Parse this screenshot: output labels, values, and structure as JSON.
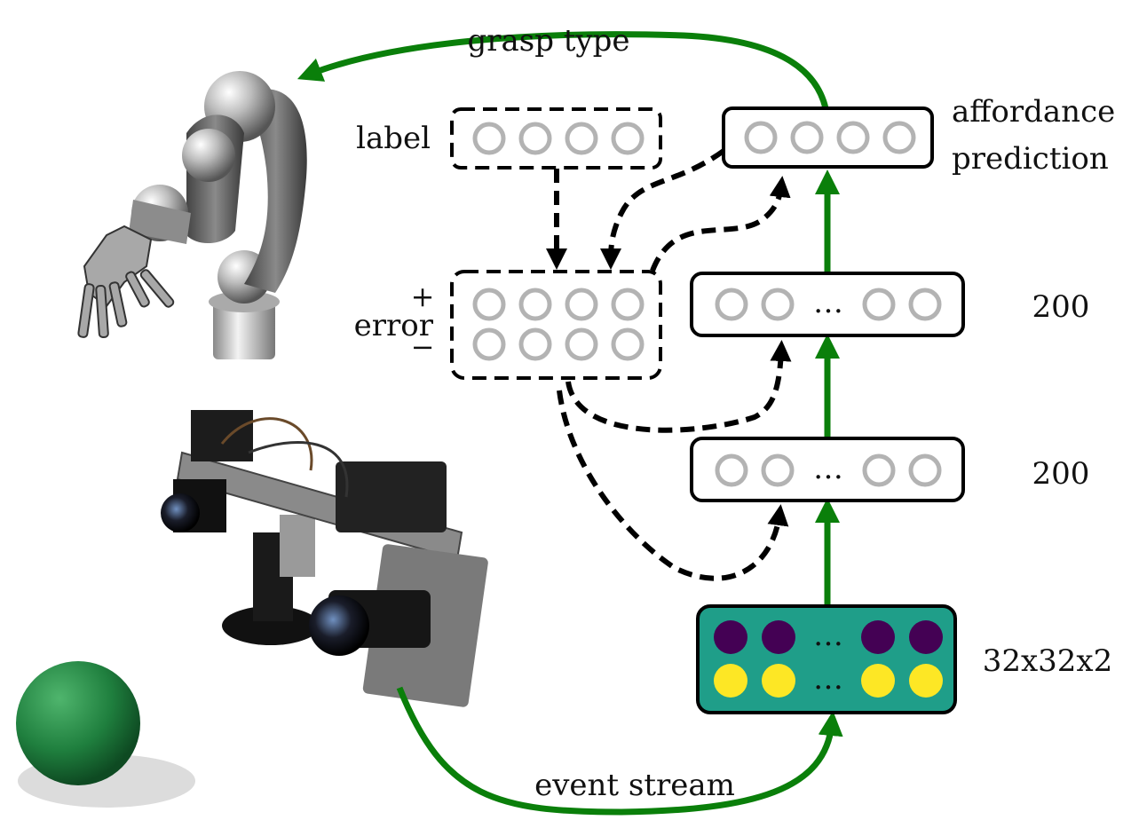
{
  "labels": {
    "grasp_type": "grasp type",
    "label": "label",
    "error": "error",
    "plus": "+",
    "minus": "−",
    "affordance": "affordance",
    "prediction": "prediction",
    "hidden2_size": "200",
    "hidden1_size": "200",
    "input_size": "32x32x2",
    "event_stream": "event stream",
    "ellipsis": "…"
  },
  "colors": {
    "green": "#0a7f0a",
    "black": "#000000",
    "neuron": "#b3b3b3",
    "input_bg": "#1f9e89",
    "dark_neuron": "#440154",
    "yellow_neuron": "#fde725"
  },
  "images": {
    "robot_arm": "robot-arm-hand",
    "camera_rig": "stereo-event-camera-rig",
    "ball": "green-ball"
  }
}
